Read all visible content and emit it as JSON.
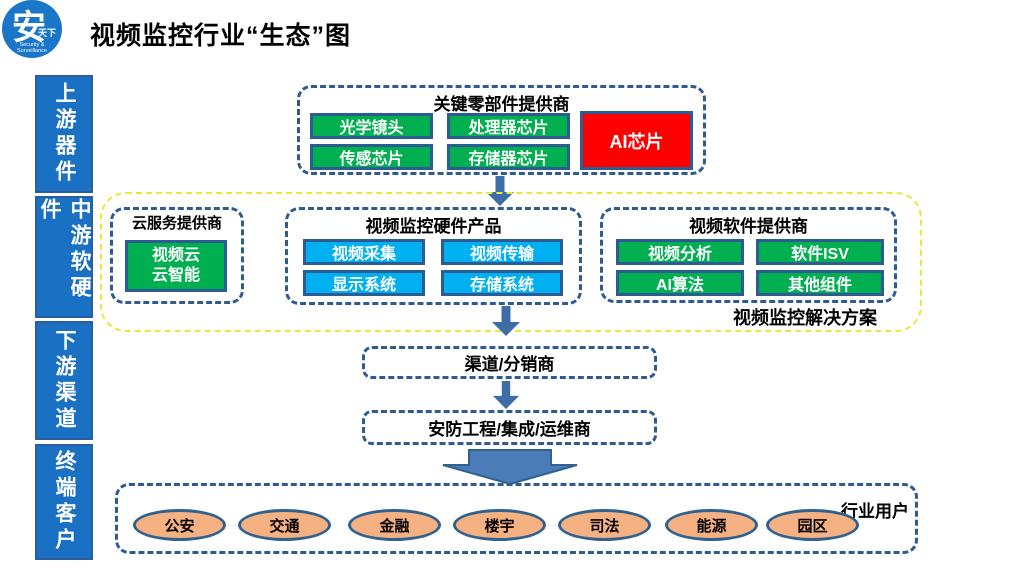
{
  "page": {
    "title": "视频监控行业“生态”图"
  },
  "logo": {
    "main": "安",
    "sub": "天下",
    "caption": "Security &\nSurveillance"
  },
  "sidebar": {
    "items": [
      "上游器件",
      "中游软硬件",
      "下游渠道",
      "终端客户"
    ]
  },
  "components_box": {
    "title": "关键零部件提供商",
    "chips": [
      "光学镜头",
      "处理器芯片",
      "传感芯片",
      "存储器芯片"
    ],
    "ai_chip": "AI芯片"
  },
  "cloud_box": {
    "title": "云服务提供商",
    "chip": "视频云\n云智能"
  },
  "hardware_box": {
    "title": "视频监控硬件产品",
    "chips": [
      "视频采集",
      "视频传输",
      "显示系统",
      "存储系统"
    ]
  },
  "software_box": {
    "title": "视频软件提供商",
    "chips": [
      "视频分析",
      "软件ISV",
      "AI算法",
      "其他组件"
    ]
  },
  "solution_label": "视频监控解决方案",
  "channel_box": {
    "label": "渠道/分销商"
  },
  "integrator_box": {
    "label": "安防工程/集成/运维商"
  },
  "users_box": {
    "label": "行业用户",
    "items": [
      "公安",
      "交通",
      "金融",
      "楼宇",
      "司法",
      "能源",
      "园区"
    ]
  },
  "colors": {
    "sidebar_blue": "#1A70C2",
    "chip_green": "#00B050",
    "chip_cyan": "#00B0F0",
    "chip_red": "#FF0000",
    "dashed_border": "#2F5B8F",
    "ellipse_orange": "#F6B183",
    "solution_outline_yellow": "#E8E83C",
    "arrow_blue": "#3D6DA6"
  }
}
